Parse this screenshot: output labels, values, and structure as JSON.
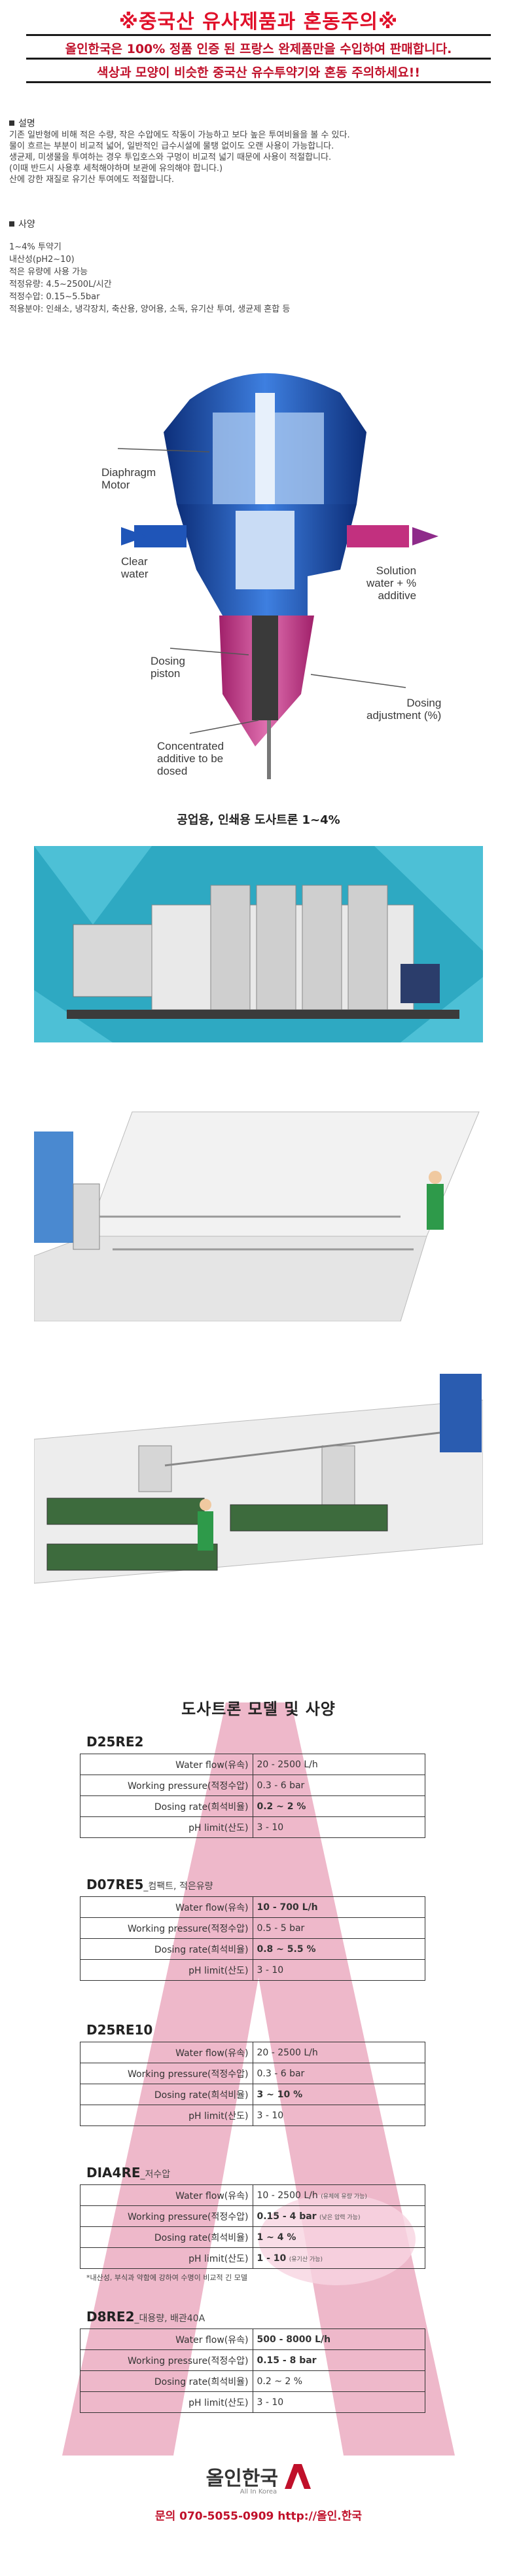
{
  "warning": {
    "title": "※중국산 유사제품과 혼동주의※",
    "line1": "올인한국은 100% 정품 인증 된 프랑스 완제품만을 수입하여 판매합니다.",
    "line2": "색상과 모양이 비슷한 중국산 유수투약기와 혼동 주의하세요!!"
  },
  "description": {
    "heading": "설명",
    "lines": [
      "기존 일반형에 비해 적은 수량, 작은 수압에도 작동이 가능하고 보다 높은 투여비율을 볼 수 있다.",
      "물이 흐르는 부분이 비교적 넓어, 일반적인 급수시설에 물탱 없이도 오랜 사용이 가능합니다.",
      "생균제, 미생물을 투여하는 경우 투입호스와 구멍이 비교적 넓기 때문에 사용이 적절합니다.",
      "(이때 반드시 사용후 세척해야하며 보관에 유의해야 합니다.)",
      "산에 강한 재질로 유기산 투여에도 적절합니다."
    ]
  },
  "spec_summary": {
    "heading": "사양",
    "lines": [
      "1~4% 투약기",
      "내산성(pH2~10)",
      "적은 유량에 사용 가능",
      "적정유량: 4.5~2500L/시간",
      "적정수압: 0.15~5.5bar",
      "적용분야: 인쇄소, 냉각장치, 축산용, 양어용, 소독, 유기산 투여, 생균제 혼합 등"
    ]
  },
  "diagram": {
    "motor": "Diaphragm\nMotor",
    "clear": "Clear\nwater",
    "solution": "Solution\nwater + %\nadditive",
    "piston": "Dosing\npiston",
    "adjust": "Dosing\nadjustment (%)",
    "additive": "Concentrated\nadditive to be\ndosed"
  },
  "caption": "공업용, 인쇄용 도사트론 1~4%",
  "spec_table_title": "도사트론 모델 및 사양",
  "models": [
    {
      "name": "D25RE2",
      "sub": "",
      "rows": [
        {
          "k": "Water flow(유속)",
          "v": "20 - 2500 L/h",
          "bold": false,
          "extra": ""
        },
        {
          "k": "Working pressure(적정수압)",
          "v": "0.3 - 6 bar",
          "bold": false,
          "extra": ""
        },
        {
          "k": "Dosing rate(희석비율)",
          "v": "0.2 ~ 2 %",
          "bold": true,
          "extra": ""
        },
        {
          "k": "pH limit(산도)",
          "v": "3 - 10",
          "bold": false,
          "extra": ""
        }
      ]
    },
    {
      "name": "D07RE5",
      "sub": "_컴팩트, 적은유량",
      "rows": [
        {
          "k": "Water flow(유속)",
          "v": "10 - 700 L/h",
          "bold": true,
          "extra": ""
        },
        {
          "k": "Working pressure(적정수압)",
          "v": "0.5 - 5 bar",
          "bold": false,
          "extra": ""
        },
        {
          "k": "Dosing rate(희석비율)",
          "v": "0.8 ~ 5.5 %",
          "bold": true,
          "extra": ""
        },
        {
          "k": "pH limit(산도)",
          "v": "3 - 10",
          "bold": false,
          "extra": ""
        }
      ]
    },
    {
      "name": "D25RE10",
      "sub": "",
      "rows": [
        {
          "k": "Water flow(유속)",
          "v": "20 - 2500 L/h",
          "bold": false,
          "extra": ""
        },
        {
          "k": "Working pressure(적정수압)",
          "v": "0.3 - 6 bar",
          "bold": false,
          "extra": ""
        },
        {
          "k": "Dosing rate(희석비율)",
          "v": "3 ~ 10 %",
          "bold": true,
          "extra": ""
        },
        {
          "k": "pH limit(산도)",
          "v": "3 - 10",
          "bold": false,
          "extra": ""
        }
      ]
    },
    {
      "name": "DIA4RE",
      "sub": "_저수압",
      "rows": [
        {
          "k": "Water flow(유속)",
          "v": "10 - 2500 L/h",
          "bold": false,
          "extra": "(유체에 유량 가능)"
        },
        {
          "k": "Working pressure(적정수압)",
          "v": "0.15 - 4 bar",
          "bold": true,
          "extra": "(낮은 압력 가능)"
        },
        {
          "k": "Dosing rate(희석비율)",
          "v": "1 ~ 4 %",
          "bold": true,
          "extra": ""
        },
        {
          "k": "pH limit(산도)",
          "v": "1 - 10",
          "bold": true,
          "extra": "(유기산 가능)"
        }
      ]
    },
    {
      "name": "D8RE2",
      "sub": "_대용량, 배관40A",
      "rows": [
        {
          "k": "Water flow(유속)",
          "v": "500 - 8000 L/h",
          "bold": true,
          "extra": ""
        },
        {
          "k": "Working pressure(적정수압)",
          "v": "0.15 - 8 bar",
          "bold": true,
          "extra": ""
        },
        {
          "k": "Dosing rate(희석비율)",
          "v": "0.2 ~ 2 %",
          "bold": false,
          "extra": ""
        },
        {
          "k": "pH limit(산도)",
          "v": "3 - 10",
          "bold": false,
          "extra": ""
        }
      ]
    }
  ],
  "dia4re_note": "*내산성, 부식과 약함에 강하여 수명이 비교적 긴 모델",
  "footer": {
    "brand": "올인한국",
    "brand_sub": "All In Korea",
    "contact": "문의 070-5055-0909 http://올인.한국"
  },
  "colors": {
    "warning": "#e0102a",
    "accent": "#c0102a",
    "watermark": "#e8a0b8",
    "diagram_blue": "#1f55b8",
    "diagram_pink": "#c2307f"
  }
}
